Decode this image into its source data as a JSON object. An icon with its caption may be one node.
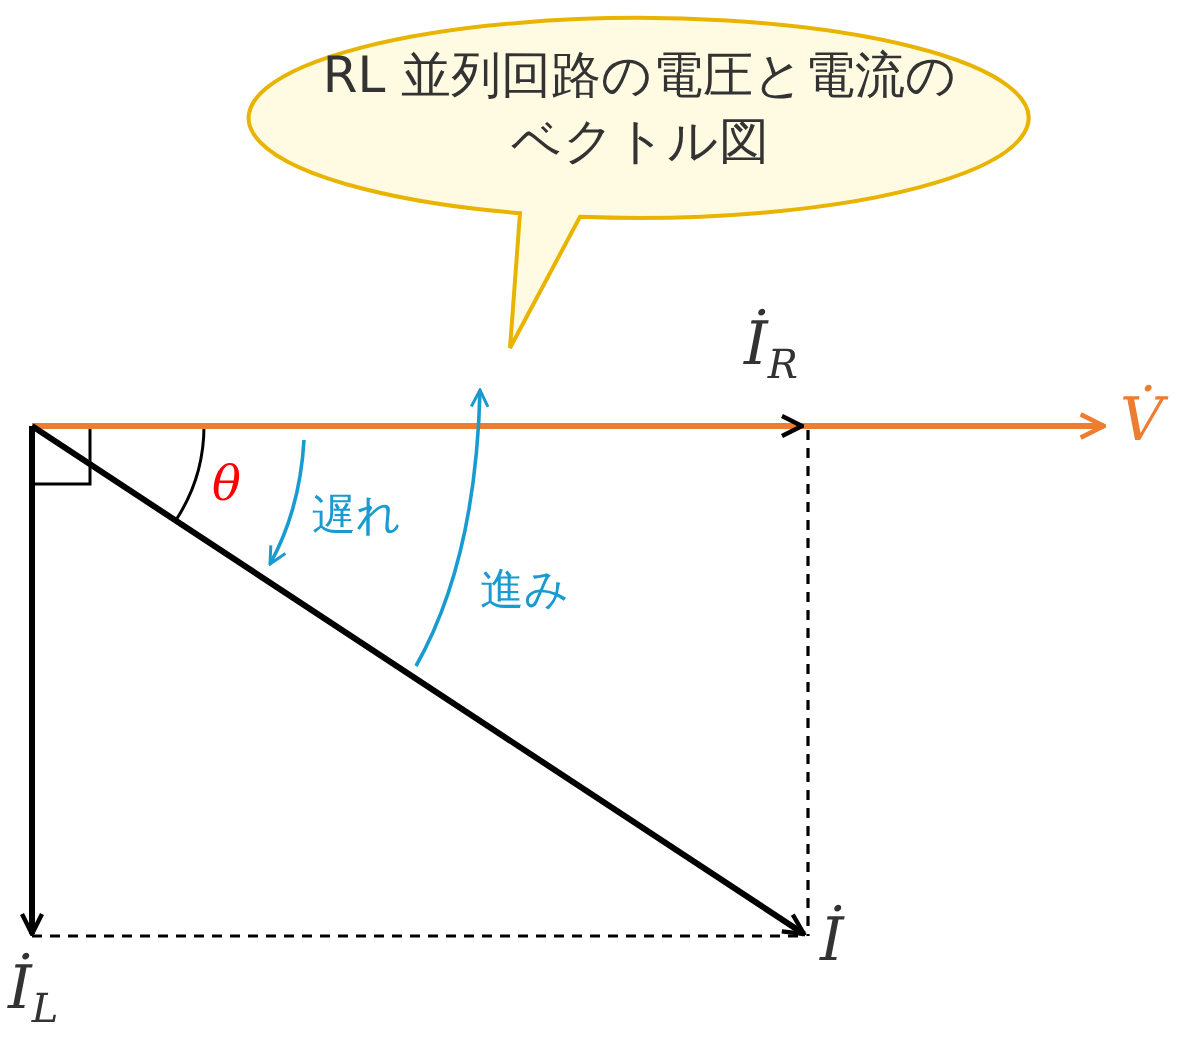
{
  "diagram": {
    "nodes": [
      {
        "text": [
          "RL 並列回路の電圧と電流のベクトル図"
        ]
      }
    ],
    "labels": [
      "İ$_{R}$",
      "V̇",
      "θ",
      "遅れ",
      "進み",
      "İ",
      "İ$_{L}$"
    ]
  }
}
